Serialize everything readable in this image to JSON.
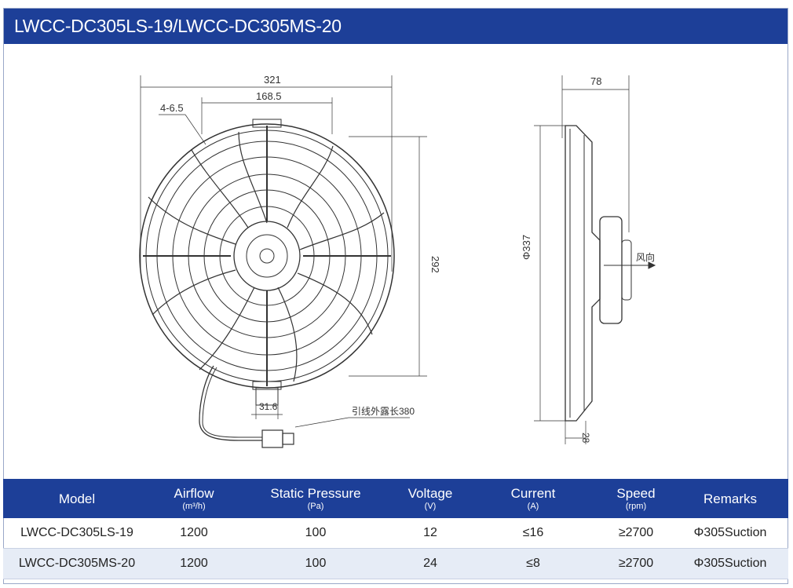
{
  "header": {
    "title": "LWCC-DC305LS-19/LWCC-DC305MS-20"
  },
  "drawing": {
    "front": {
      "overall_width": "321",
      "hole_spacing": "168.5",
      "holes": "4-6.5",
      "height": "292",
      "bottom_width": "31.6",
      "cable_note": "引线外露长380"
    },
    "side": {
      "depth": "78",
      "diameter": "Φ337",
      "airflow_label": "风向",
      "bottom_depth": "28"
    }
  },
  "table": {
    "headers": [
      {
        "label": "Model",
        "unit": ""
      },
      {
        "label": "Airflow",
        "unit": "(m³/h)"
      },
      {
        "label": "Static Pressure",
        "unit": "(Pa)"
      },
      {
        "label": "Voltage",
        "unit": "(V)"
      },
      {
        "label": "Current",
        "unit": "(A)"
      },
      {
        "label": "Speed",
        "unit": "(rpm)"
      },
      {
        "label": "Remarks",
        "unit": ""
      }
    ],
    "rows": [
      [
        "LWCC-DC305LS-19",
        "1200",
        "100",
        "12",
        "≤16",
        "≥2700",
        "Φ305Suction"
      ],
      [
        "LWCC-DC305MS-20",
        "1200",
        "100",
        "24",
        "≤8",
        "≥2700",
        "Φ305Suction"
      ]
    ]
  }
}
